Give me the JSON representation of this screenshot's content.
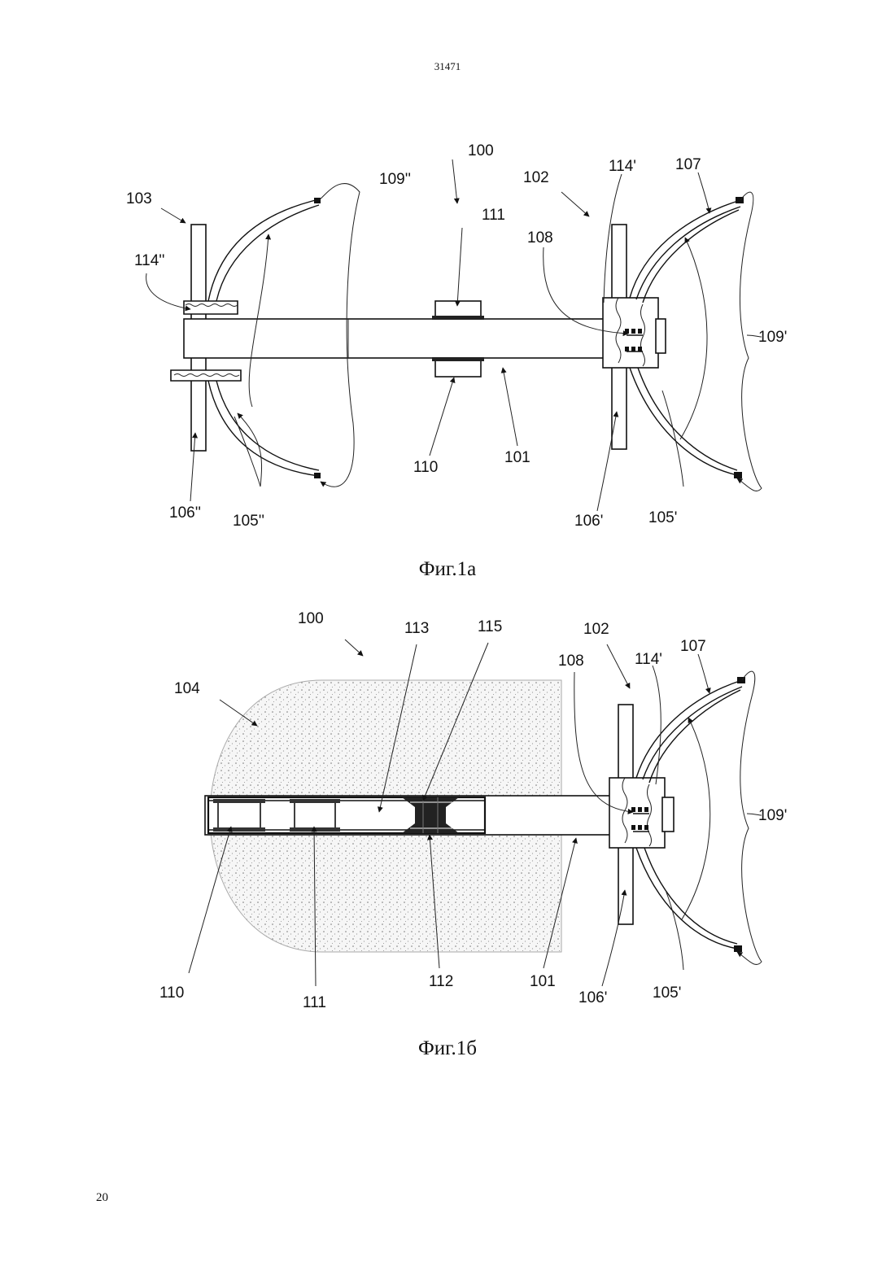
{
  "document": {
    "header_number": "31471",
    "page_number": "20"
  },
  "figure_a": {
    "caption": "Фиг.1а",
    "labels": {
      "l100": "100",
      "l102": "102",
      "l103": "103",
      "l107": "107",
      "l108": "108",
      "l109pp": "109''",
      "l109p": "109'",
      "l111": "111",
      "l114pp": "114''",
      "l114p": "114'",
      "l110": "110",
      "l101": "101",
      "l106pp": "106''",
      "l105pp": "105''",
      "l106p": "106'",
      "l105p": "105'"
    }
  },
  "figure_b": {
    "caption": "Фиг.1б",
    "labels": {
      "l100": "100",
      "l113": "113",
      "l115": "115",
      "l102": "102",
      "l107": "107",
      "l108": "108",
      "l114p": "114'",
      "l104": "104",
      "l109p": "109'",
      "l110": "110",
      "l111": "111",
      "l112": "112",
      "l101": "101",
      "l106p": "106'",
      "l105p": "105'"
    }
  }
}
